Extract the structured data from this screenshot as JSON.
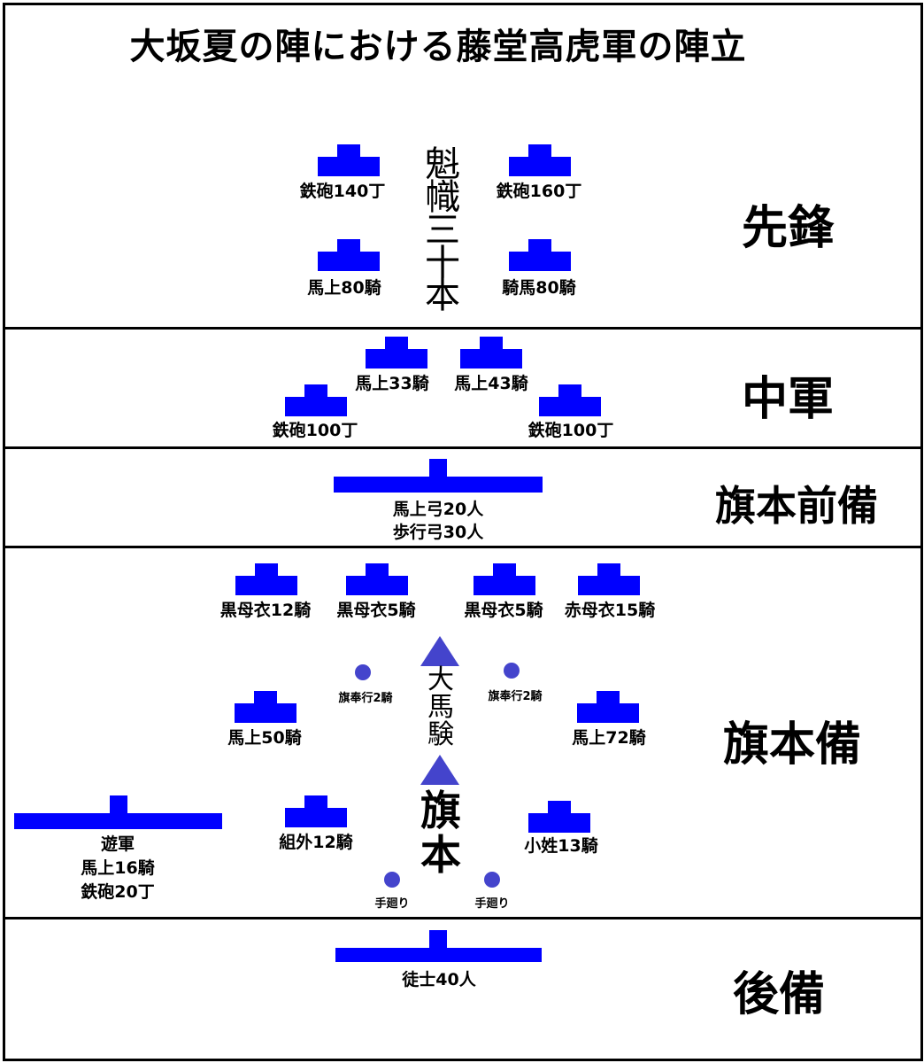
{
  "title": "大坂夏の陣における藤堂高虎軍の陣立",
  "sections": {
    "vanguard": "先鋒",
    "center": "中軍",
    "hatamoto_front": "旗本前備",
    "hatamoto": "旗本備",
    "rear": "後備"
  },
  "vanguard": {
    "gun140": "鉄砲140丁",
    "gun160": "鉄砲160丁",
    "horse80a": "馬上80騎",
    "horse80b": "騎馬80騎",
    "flags": [
      "魁",
      "幟",
      "三",
      "十",
      "本"
    ]
  },
  "center": {
    "horse33": "馬上33騎",
    "horse43": "馬上43騎",
    "gun100a": "鉄砲100丁",
    "gun100b": "鉄砲100丁"
  },
  "hatamoto_front": {
    "line1": "馬上弓20人",
    "line2": "歩行弓30人"
  },
  "hatamoto": {
    "kuro12": "黒母衣12騎",
    "kuro5a": "黒母衣5騎",
    "kuro5b": "黒母衣5騎",
    "aka15": "赤母衣15騎",
    "bugyo_left": "旗奉行2騎",
    "bugyo_right": "旗奉行2騎",
    "umajirushi": [
      "大",
      "馬",
      "験"
    ],
    "horse50": "馬上50騎",
    "horse72": "馬上72騎",
    "kumigai": "組外12騎",
    "kosho": "小姓13騎",
    "hata": [
      "旗",
      "本"
    ],
    "temawari_left": "手廻り",
    "temawari_right": "手廻り",
    "yugun": [
      "遊軍",
      "馬上16騎",
      "鉄砲20丁"
    ]
  },
  "rear": {
    "foot40": "徒士40人"
  },
  "colors": {
    "unit": "#0000ff",
    "marker": "#4444cc",
    "border": "#000000"
  }
}
